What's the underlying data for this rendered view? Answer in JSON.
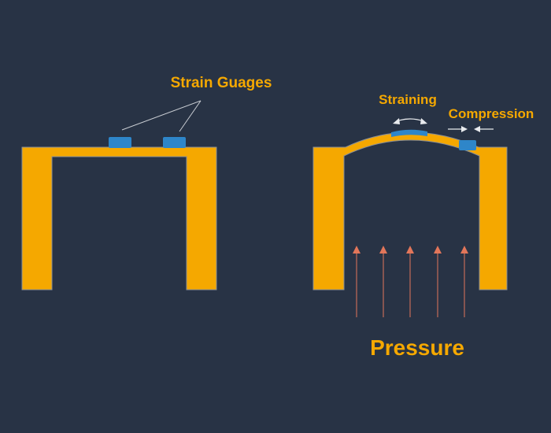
{
  "labels": {
    "strain_gauges": "Strain Guages",
    "straining": "Straining",
    "compression": "Compression",
    "pressure": "Pressure"
  },
  "colors": {
    "background": "#283345",
    "structure": "#F5A800",
    "gauge": "#2E86C9",
    "label": "#F5A800",
    "pressure_arrow": "#E2765A",
    "leader_line": "#C9CDD3",
    "strain_arrow": "#E8EAED"
  },
  "pressure_arrow_count": 5
}
